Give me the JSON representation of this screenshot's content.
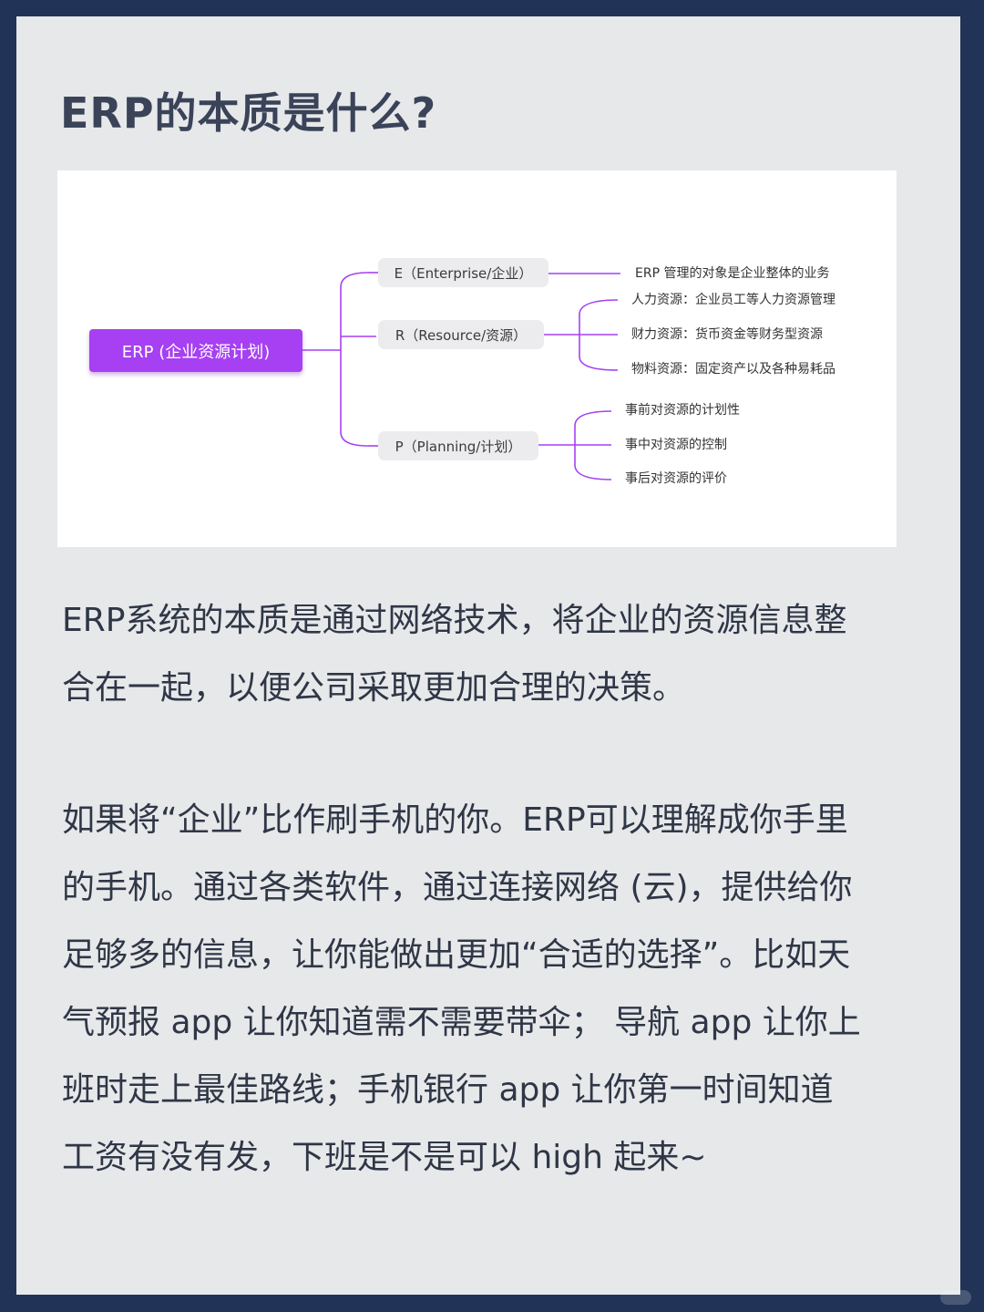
{
  "title": "ERP的本质是什么?",
  "mindmap": {
    "root": "ERP (企业资源计划)",
    "branches": [
      {
        "label": "E（Enterprise/企业）",
        "children": [
          "ERP 管理的对象是企业整体的业务"
        ]
      },
      {
        "label": "R（Resource/资源）",
        "children": [
          "人力资源：企业员工等人力资源管理",
          "财力资源：货币资金等财务型资源",
          "物料资源：固定资产以及各种易耗品"
        ]
      },
      {
        "label": "P（Planning/计划）",
        "children": [
          "事前对资源的计划性",
          "事中对资源的控制",
          "事后对资源的评价"
        ]
      }
    ],
    "accent_color": "#a640f2"
  },
  "paragraph1": [
    "ERP系统的本质是通过网络技术，将企业的资源信息整",
    "合在一起，以便公司采取更加合理的决策。"
  ],
  "paragraph2": [
    "如果将“企业”比作刷手机的你。ERP可以理解成你手里",
    "的手机。通过各类软件，通过连接网络 (云)，提供给你",
    "足够多的信息，让你能做出更加“合适的选择”。比如天",
    "气预报 app 让你知道需不需要带伞； 导航 app 让你上",
    "班时走上最佳路线；手机银行 app 让你第一时间知道",
    "工资有没有发，下班是不是可以 high 起来~"
  ]
}
